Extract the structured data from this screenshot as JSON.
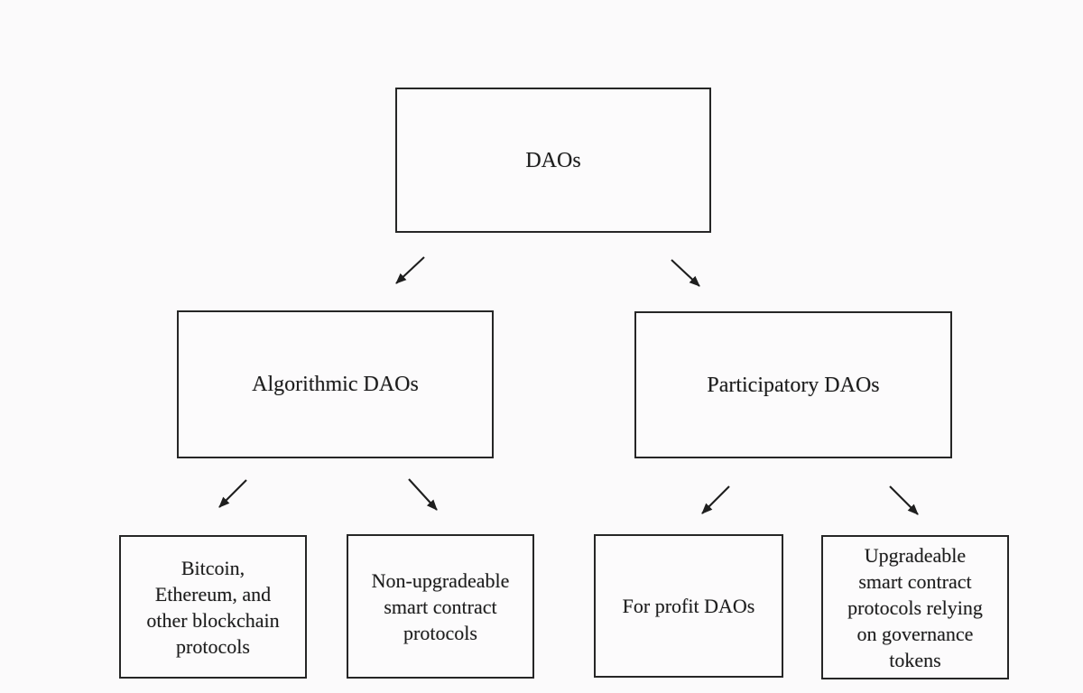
{
  "diagram": {
    "type": "tree",
    "description": "Taxonomy of DAOs flowchart"
  },
  "colors": {
    "background": "#fbfafb",
    "box_border": "#262626",
    "text": "#1c1c1c",
    "arrow": "#1e1e1e"
  },
  "nodes": {
    "root": {
      "label": "DAOs"
    },
    "algorithmic": {
      "label": "Algorithmic DAOs"
    },
    "participatory": {
      "label": "Participatory DAOs"
    },
    "leaf_bitcoin": {
      "label": "Bitcoin,\nEthereum, and\nother blockchain\nprotocols"
    },
    "leaf_nonupgrade": {
      "label": "Non-upgradeable\nsmart contract\nprotocols"
    },
    "leaf_forprofit": {
      "label": "For profit DAOs"
    },
    "leaf_upgradeable": {
      "label": "Upgradeable\nsmart contract\nprotocols relying\non governance\ntokens"
    }
  },
  "edges": [
    {
      "from": "DAOs",
      "to": "Algorithmic DAOs"
    },
    {
      "from": "DAOs",
      "to": "Participatory DAOs"
    },
    {
      "from": "Algorithmic DAOs",
      "to": "Bitcoin, Ethereum, and other blockchain protocols"
    },
    {
      "from": "Algorithmic DAOs",
      "to": "Non-upgradeable smart contract protocols"
    },
    {
      "from": "Participatory DAOs",
      "to": "For profit DAOs"
    },
    {
      "from": "Participatory DAOs",
      "to": "Upgradeable smart contract protocols relying on governance tokens"
    }
  ]
}
